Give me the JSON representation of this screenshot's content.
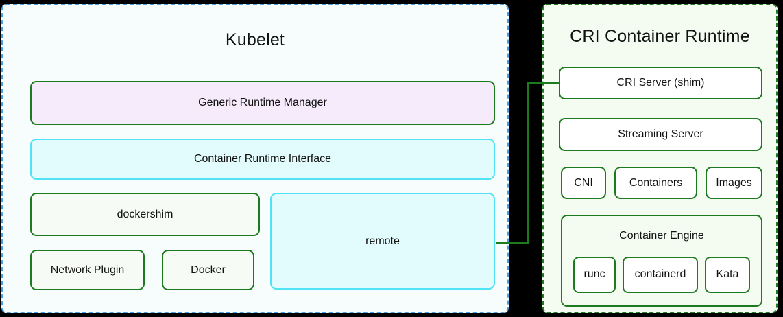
{
  "diagram": {
    "title_left": "Kubelet",
    "title_right": "CRI Container Runtime",
    "colors": {
      "kubelet_panel_border": "#4a9de0",
      "kubelet_panel_fill": "#f7fdfd",
      "cri_panel_border": "#1e7a1e",
      "cri_panel_fill": "#f4fcf2",
      "green_border": "#1e7a1e",
      "cyan_border": "#4fe3f5",
      "cyan_fill": "#e2fbfc",
      "purple_fill": "#f6ebfb",
      "connector": "#1e7a1e",
      "background": "#000000"
    }
  },
  "kubelet": {
    "title": "Kubelet",
    "generic_runtime_manager": "Generic Runtime Manager",
    "container_runtime_interface": "Container Runtime Interface",
    "dockershim": "dockershim",
    "network_plugin": "Network Plugin",
    "docker": "Docker",
    "remote": "remote"
  },
  "cri_runtime": {
    "title": "CRI Container Runtime",
    "cri_server": "CRI Server (shim)",
    "streaming_server": "Streaming Server",
    "components": [
      "CNI",
      "Containers",
      "Images"
    ],
    "container_engine": {
      "label": "Container Engine",
      "runtimes": [
        "runc",
        "containerd",
        "Kata"
      ]
    }
  }
}
